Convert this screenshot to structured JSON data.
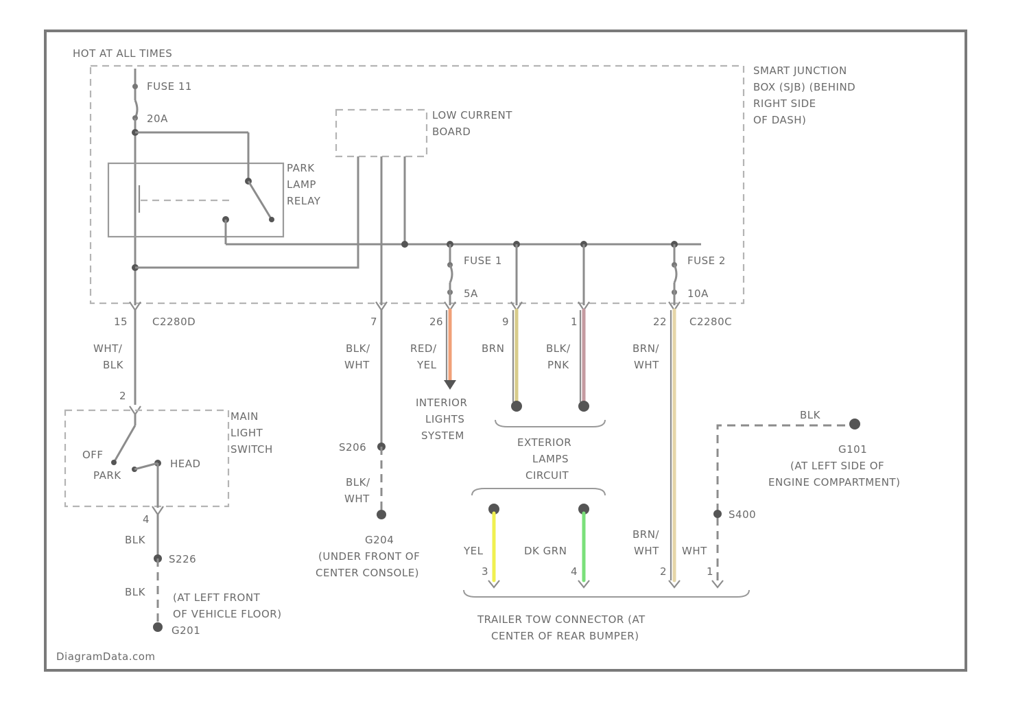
{
  "diagram": {
    "hot_label": "HOT AT ALL TIMES",
    "sjb_label": [
      "SMART JUNCTION",
      "BOX (SJB) (BEHIND",
      "RIGHT SIDE",
      "OF DASH)"
    ],
    "fuse_main": "FUSE 11",
    "fuse_main_amp": "20A",
    "lcb_label": [
      "LOW CURRENT",
      "BOARD"
    ],
    "relay_label": [
      "PARK",
      "LAMP",
      "RELAY"
    ],
    "fuse1": "FUSE 1",
    "fuse1_amp": "5A",
    "fuse2": "FUSE 2",
    "fuse2_amp": "10A",
    "conn_left": "C2280D",
    "conn_right": "C2280C",
    "pin_a": "15",
    "pin_b": "7",
    "pin_c": "26",
    "pin_d": "9",
    "pin_e": "1",
    "pin_f": "22",
    "wire_a": [
      "WHT/",
      "BLK"
    ],
    "wire_b": [
      "BLK/",
      "WHT"
    ],
    "wire_c": [
      "RED/",
      "YEL"
    ],
    "wire_d": "BRN",
    "wire_e": [
      "BLK/",
      "PNK"
    ],
    "wire_f": [
      "BRN/",
      "WHT"
    ],
    "interior_label": [
      "INTERIOR",
      "LIGHTS",
      "SYSTEM"
    ],
    "exterior_label": [
      "EXTERIOR",
      "LAMPS",
      "CIRCUIT"
    ],
    "switch_label": [
      "MAIN",
      "LIGHT",
      "SWITCH"
    ],
    "switch_pin_top": "2",
    "switch_off": "OFF",
    "switch_park": "PARK",
    "switch_head": "HEAD",
    "switch_pin_bottom": "4",
    "blk_1": "BLK",
    "splice_s226": "S226",
    "blk_2": "BLK",
    "g201_loc": [
      "(AT LEFT FRONT",
      "OF VEHICLE FLOOR)"
    ],
    "g201": "G201",
    "splice_s206": "S206",
    "blk_wht_2": [
      "BLK/",
      "WHT"
    ],
    "g204": "G204",
    "g204_loc": [
      "(UNDER FRONT OF",
      "CENTER CONSOLE)"
    ],
    "wire_yel": "YEL",
    "wire_dkgrn": "DK GRN",
    "wire_brn_wht_2": [
      "BRN/",
      "WHT"
    ],
    "wire_wht": "WHT",
    "tpin_1": "3",
    "tpin_2": "4",
    "tpin_3": "2",
    "tpin_4": "1",
    "trailer_label": [
      "TRAILER TOW CONNECTOR (AT",
      "CENTER OF REAR BUMPER)"
    ],
    "g101_wire": "BLK",
    "g101": "G101",
    "g101_loc": [
      "(AT LEFT SIDE OF",
      "ENGINE COMPARTMENT)"
    ],
    "splice_s400": "S400",
    "watermark": "DiagramData.com"
  },
  "colors": {
    "red_yel": "#f0a078",
    "brn": "#d8cc8a",
    "blk_pnk": "#c49aa0",
    "brn_wht": "#e6d6a8",
    "yel": "#f0f050",
    "dk_grn": "#7ae07a"
  }
}
